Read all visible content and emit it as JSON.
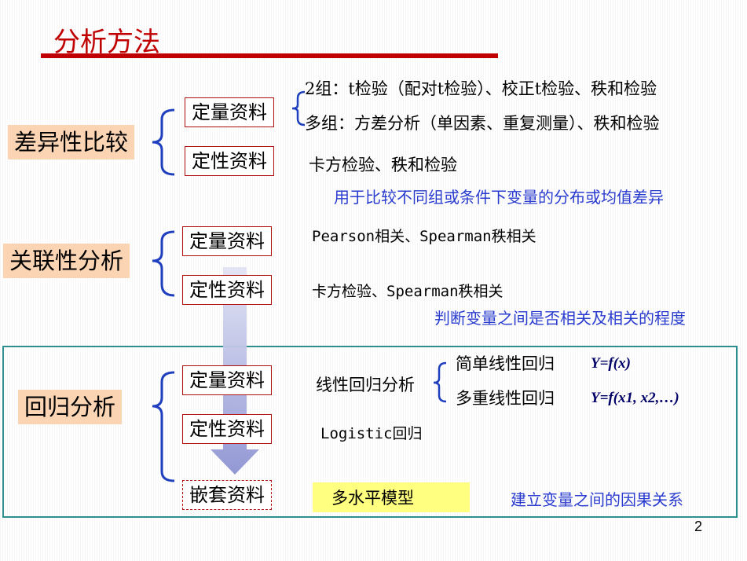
{
  "title": "分析方法",
  "page_number": "2",
  "sections": {
    "difference": {
      "label": "差异性比较",
      "quantitative": {
        "box": "定量资料",
        "item_two_groups": "2组：t检验（配对t检验）、校正t检验、秩和检验",
        "item_multi_groups": "多组：方差分析（单因素、重复测量）、秩和检验"
      },
      "qualitative": {
        "box": "定性资料",
        "methods": "卡方检验、秩和检验"
      },
      "note": "用于比较不同组或条件下变量的分布或均值差异"
    },
    "correlation": {
      "label": "关联性分析",
      "quantitative": {
        "box": "定量资料",
        "methods": "Pearson相关、Spearman秩相关"
      },
      "qualitative": {
        "box": "定性资料",
        "methods": "卡方检验、Spearman秩相关"
      },
      "note": "判断变量之间是否相关及相关的程度"
    },
    "regression": {
      "label": "回归分析",
      "quantitative": {
        "box": "定量资料",
        "method": "线性回归分析",
        "simple": "简单线性回归",
        "simple_formula": "Y=f(x)",
        "multiple": "多重线性回归",
        "multiple_formula": "Y=f(x1, x2,…)"
      },
      "qualitative": {
        "box": "定性资料",
        "method": "Logistic回归"
      },
      "nested": {
        "box": "嵌套资料",
        "method": "多水平模型"
      },
      "note": "建立变量之间的因果关系"
    }
  },
  "colors": {
    "title": "#c00000",
    "category_fill": "#fbd4b4",
    "box_border": "#b01010",
    "brace": "#1f3fbf",
    "note_text": "#2a3ccf",
    "frame": "#2f8f8f",
    "highlight": "#ffff80",
    "arrow": "#9aa0d8"
  }
}
